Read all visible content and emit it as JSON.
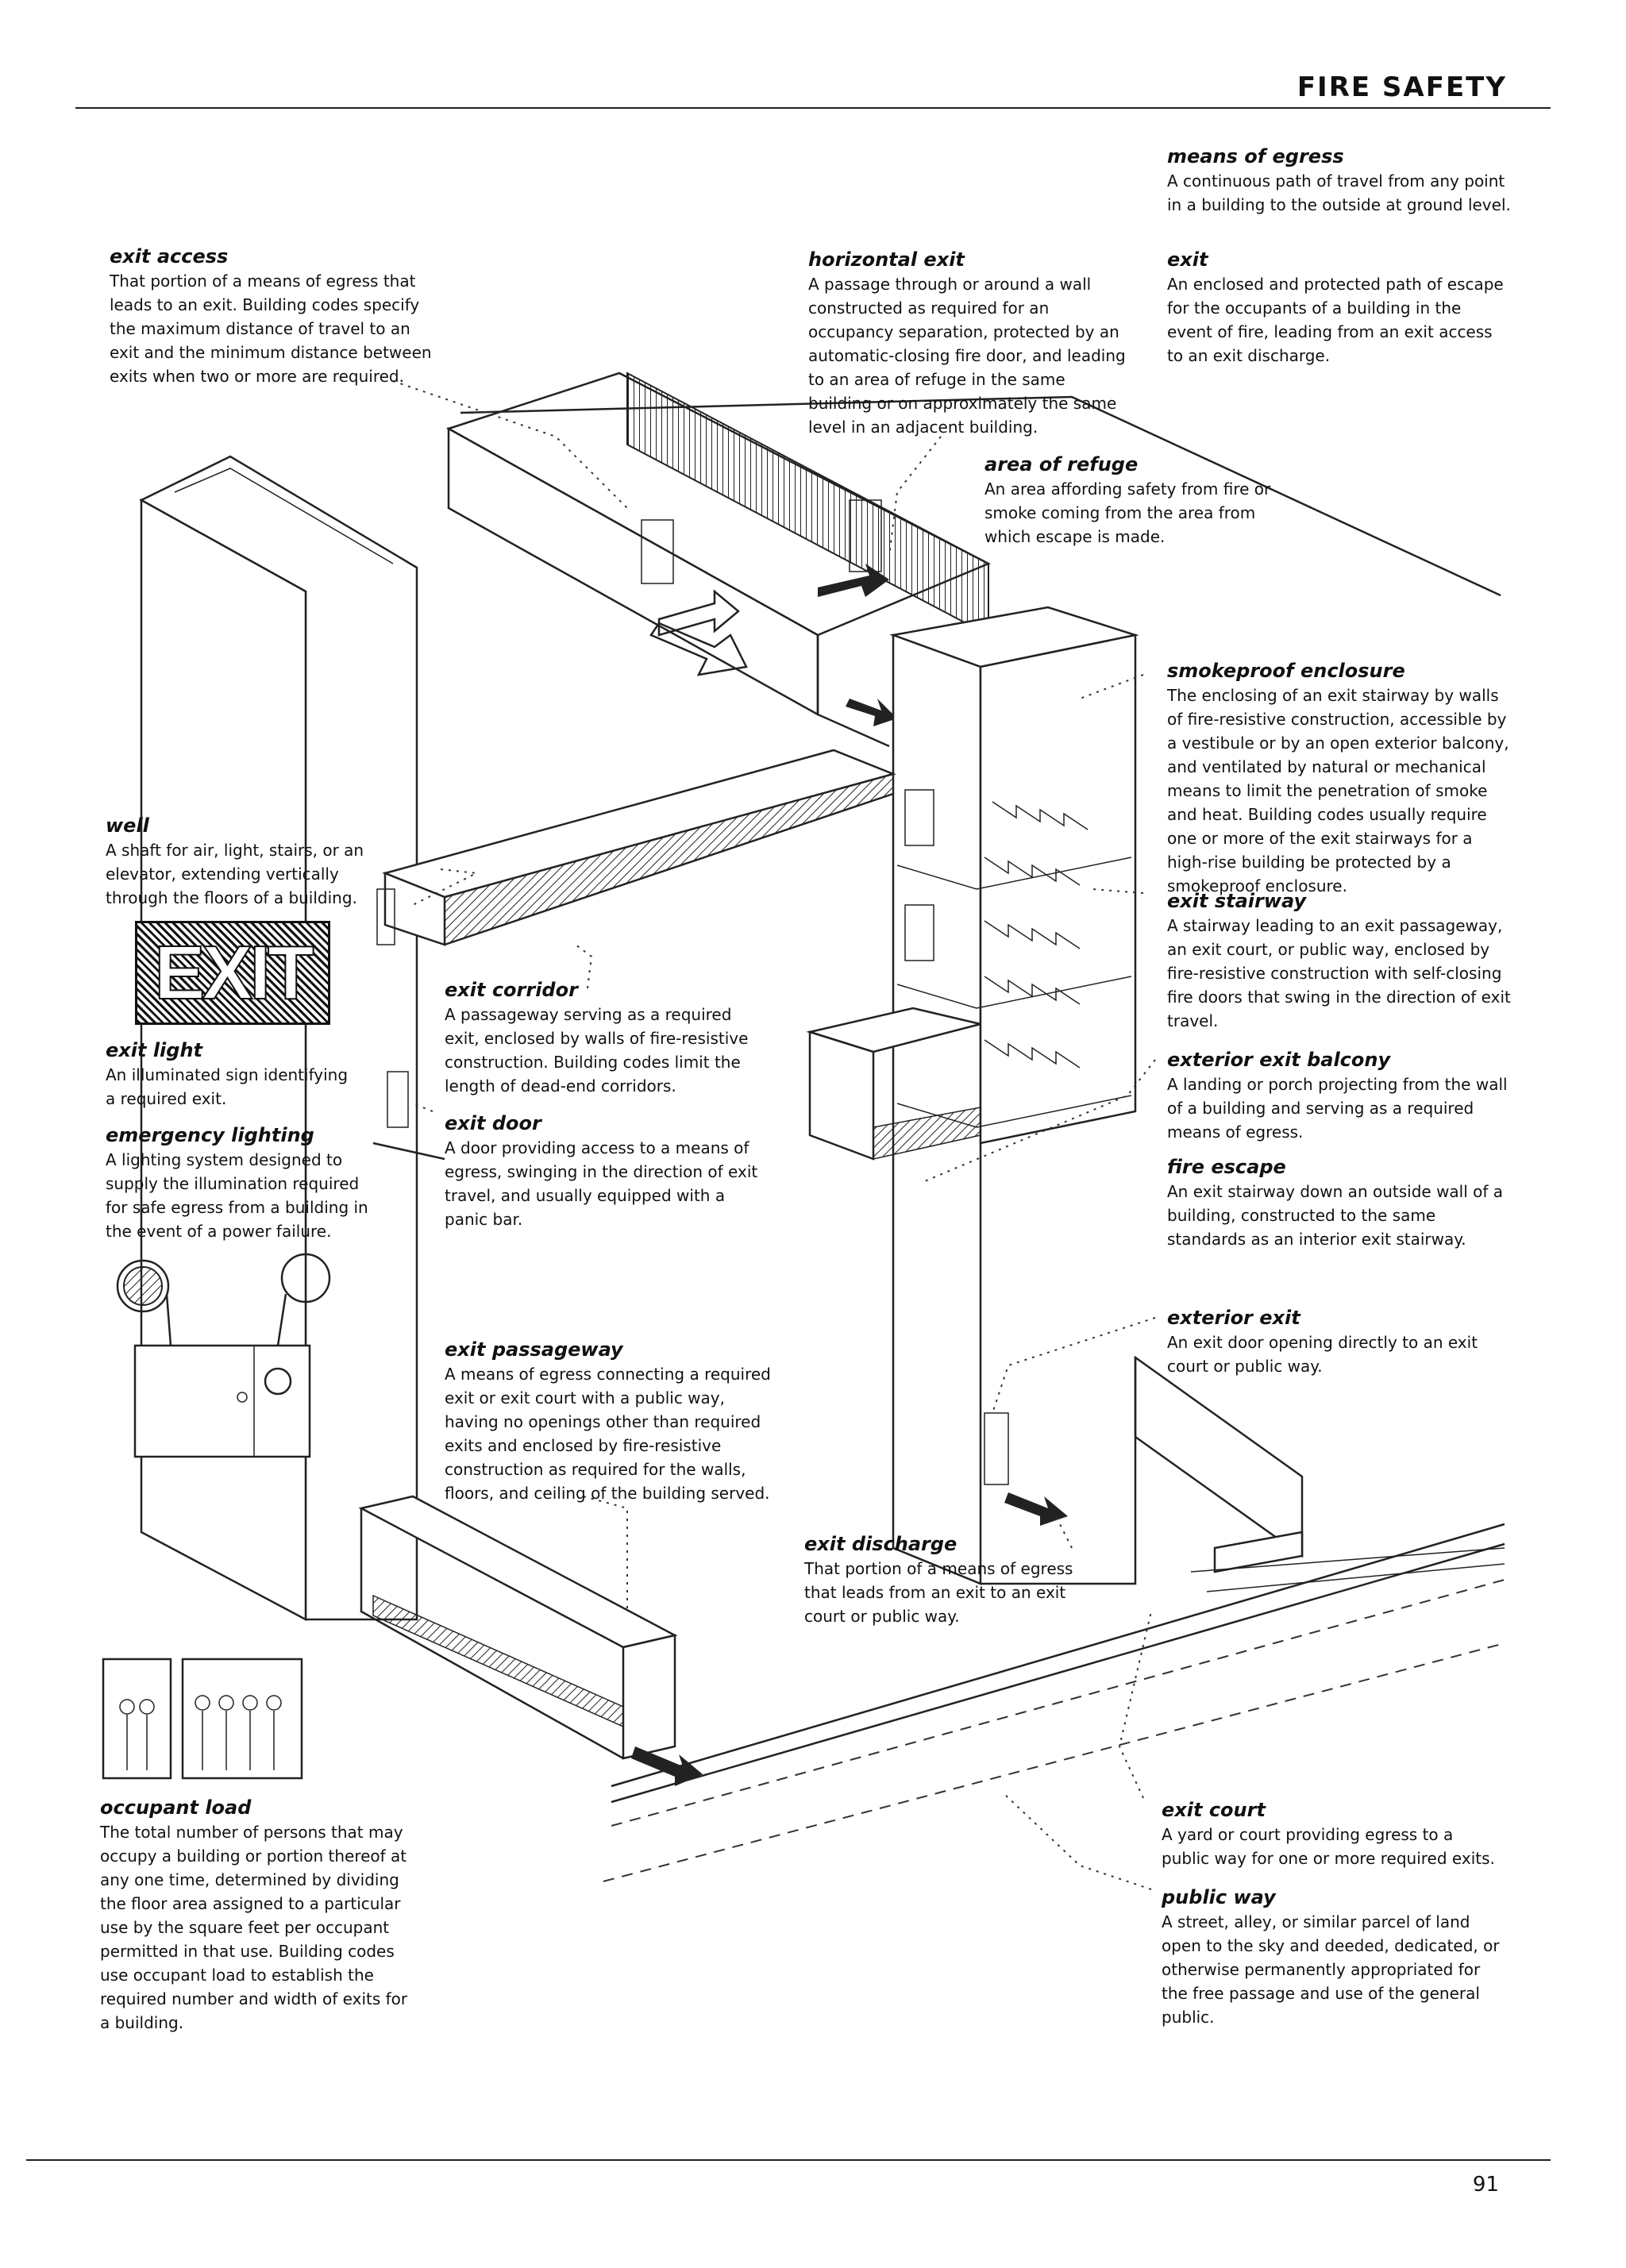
{
  "header": {
    "section_title": "FIRE SAFETY"
  },
  "page_number": "91",
  "exit_sign_text": "EXIT",
  "terms": {
    "means_of_egress": {
      "title": "means of egress",
      "definition": "A continuous path of travel from any point in a building to the outside at ground level."
    },
    "exit_access": {
      "title": "exit access",
      "definition": "That portion of a means of egress that leads to an exit. Building codes specify the maximum distance of travel to an exit and the minimum distance between exits when two or more are required."
    },
    "horizontal_exit": {
      "title": "horizontal exit",
      "definition": "A passage through or around a wall constructed as required for an occupancy separation, protected by an automatic-closing fire door, and leading to an area of refuge in the same building or on approximately the same level in an adjacent building."
    },
    "exit": {
      "title": "exit",
      "definition": "An enclosed and protected path of escape for the occupants of a building in the event of fire, leading from an exit access to an exit discharge."
    },
    "area_of_refuge": {
      "title": "area of refuge",
      "definition": "An area affording safety from fire or smoke coming from the area from which escape is made."
    },
    "smokeproof_enclosure": {
      "title": "smokeproof enclosure",
      "definition": "The enclosing of an exit stairway by walls of fire-resistive construction, accessible by a vestibule or by an open exterior balcony, and ventilated by natural or mechanical means to limit the penetration of smoke and heat. Building codes usually require one or more of the exit stairways for a high-rise building be protected by a smokeproof enclosure."
    },
    "well": {
      "title": "well",
      "definition": "A shaft for air, light, stairs, or an elevator, extending vertically through the floors of a building."
    },
    "exit_stairway": {
      "title": "exit stairway",
      "definition": "A stairway leading to an exit passageway, an exit court, or public way, enclosed by fire-resistive construction with self-closing fire doors that swing in the direction of exit travel."
    },
    "exit_corridor": {
      "title": "exit corridor",
      "definition": "A passageway serving as a required exit, enclosed by walls of fire-resistive construction. Building codes limit the length of dead-end corridors."
    },
    "exit_light": {
      "title": "exit light",
      "definition": "An illuminated sign identifying a required exit."
    },
    "exterior_exit_balcony": {
      "title": "exterior exit balcony",
      "definition": "A landing or porch projecting from the wall of a building and serving as a required means of egress."
    },
    "emergency_lighting": {
      "title": "emergency lighting",
      "definition": "A lighting system designed to supply the illumination required for safe egress from a building in the event of a power failure."
    },
    "exit_door": {
      "title": "exit door",
      "definition": "A door providing access to a means of egress, swinging in the direction of exit travel, and usually equipped with a panic bar."
    },
    "fire_escape": {
      "title": "fire escape",
      "definition": "An exit stairway down an outside wall of a building, constructed to the same standards as an interior exit stairway."
    },
    "exterior_exit": {
      "title": "exterior exit",
      "definition": "An exit door opening directly to an exit court or public way."
    },
    "exit_passageway": {
      "title": "exit passageway",
      "definition": "A means of egress connecting a required exit or exit court with a public way, having no openings other than required exits and enclosed by fire-resistive construction as required for the walls, floors, and ceiling of the building served."
    },
    "exit_discharge": {
      "title": "exit discharge",
      "definition": "That portion of a means of egress that leads from an exit to an exit court or public way."
    },
    "occupant_load": {
      "title": "occupant load",
      "definition": "The total number of persons that may occupy a building or portion thereof at any one time, determined by dividing the floor area assigned to a particular use by the square feet per occupant permitted in that use. Building codes use occupant load to establish the required number and width of exits for a building."
    },
    "exit_court": {
      "title": "exit court",
      "definition": "A yard or court providing egress to a public way for one or more required exits."
    },
    "public_way": {
      "title": "public way",
      "definition": "A street, alley, or similar parcel of land open to the sky and deeded, dedicated, or otherwise permanently appropriated for the free passage and use of the general public."
    }
  }
}
